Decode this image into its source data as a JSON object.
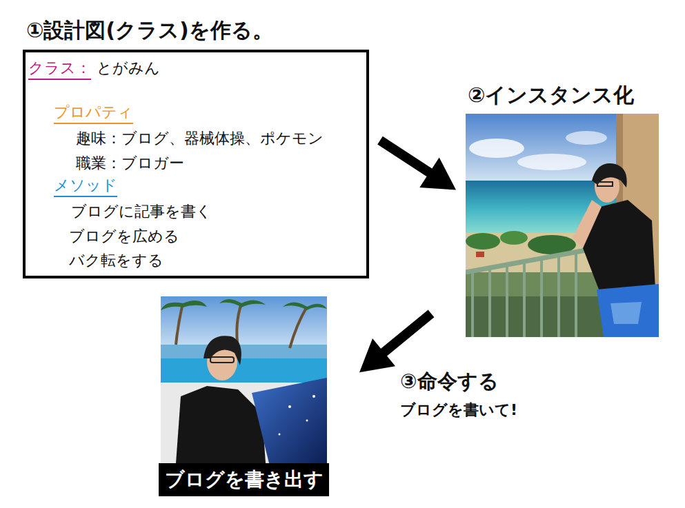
{
  "diagram": {
    "nodes": [
      {
        "text": [
          "①設計図(クラス)を作る。",
          "クラス：",
          "とがみん",
          "プロパティ",
          "趣味：ブログ、器械体操、ポケモン",
          "職業：ブロガー",
          "メソッド",
          "ブログに記事を書く",
          "ブログを広める",
          "バク転をする"
        ]
      },
      {
        "text": [
          "②インスタンス化"
        ]
      },
      {
        "text": [
          "ブログを書き出す"
        ]
      }
    ],
    "edges": [
      {
        "from": 0,
        "to": 1,
        "arrow": "to"
      },
      {
        "from": 1,
        "to": 2,
        "arrow": "to"
      }
    ],
    "labels": [
      "③命令する",
      "ブログを書いて!"
    ]
  }
}
